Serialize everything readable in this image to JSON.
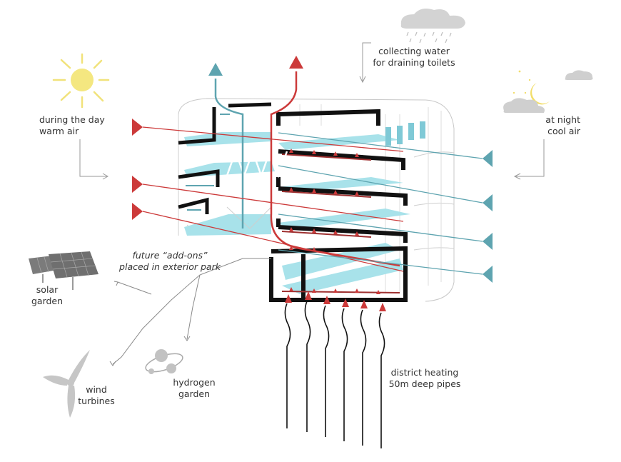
{
  "labels": {
    "day": "during the day\nwarm air",
    "night": "at night\ncool air",
    "water": "collecting water\nfor draining toilets",
    "addons": "future “add-ons”\nplaced in exterior park",
    "solar": "solar\ngarden",
    "wind": "wind\nturbines",
    "hydrogen": "hydrogen\ngarden",
    "heating": "district heating\n50m deep pipes"
  },
  "icons": [
    "sun-icon",
    "cloud-rain-icon",
    "moon-icon",
    "cloud-icon",
    "solar-panel-icon",
    "wind-turbine-icon",
    "hydrogen-molecule-icon"
  ],
  "colors": {
    "warm": "#cc3a3a",
    "cool": "#5ea4b0",
    "water": "#a8e2ea",
    "structure": "#111111",
    "sun": "#f3e47a",
    "cloud": "#d2d2d2",
    "moon": "#f1dc6a"
  }
}
